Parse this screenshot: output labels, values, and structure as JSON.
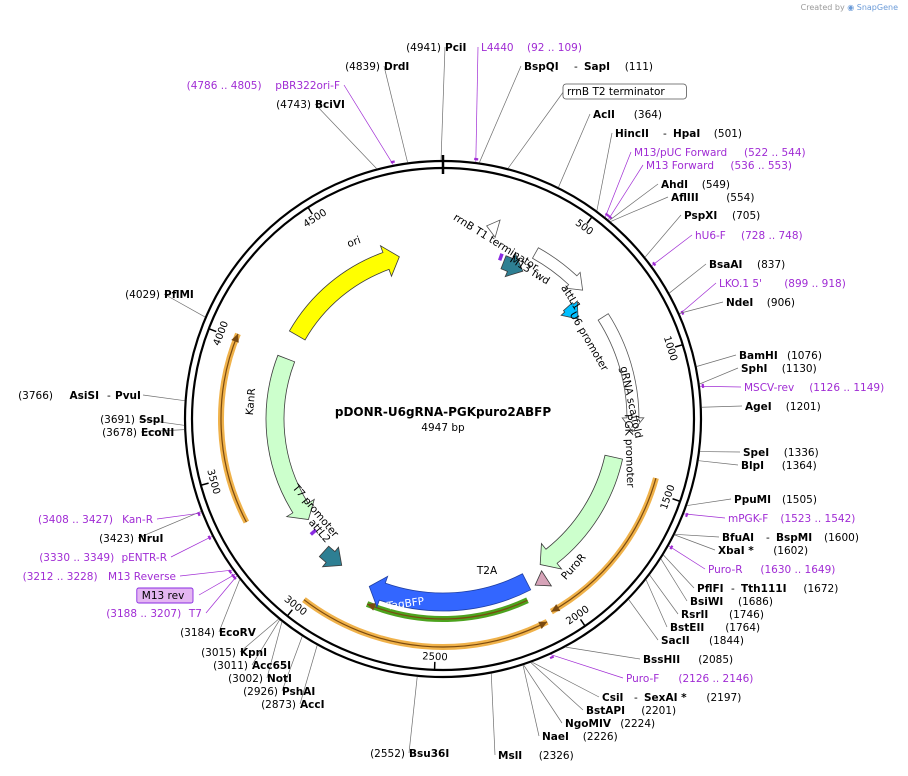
{
  "credit": {
    "prefix": "Created by",
    "brand": "SnapGene"
  },
  "plasmid": {
    "name": "pDONR-U6gRNA-PGKpuro2ABFP",
    "size_label": "4947 bp",
    "length": 4947
  },
  "ring_ticks": [
    {
      "label": "500",
      "bp": 500
    },
    {
      "label": "1000",
      "bp": 1000
    },
    {
      "label": "1500",
      "bp": 1500
    },
    {
      "label": "2000",
      "bp": 2000
    },
    {
      "label": "2500",
      "bp": 2500
    },
    {
      "label": "3000",
      "bp": 3000
    },
    {
      "label": "3500",
      "bp": 3500
    },
    {
      "label": "4000",
      "bp": 4000
    },
    {
      "label": "4500",
      "bp": 4500
    }
  ],
  "features": [
    {
      "name": "ori",
      "start": 4120,
      "end": 4740,
      "dir": 1,
      "color": "#ffff00",
      "outer": false
    },
    {
      "name": "KanR",
      "start": 3205,
      "end": 4000,
      "dir": -1,
      "color": "#ccffcc",
      "outer": false
    },
    {
      "name": "rrnB T1 terminator",
      "start": 175,
      "end": 220,
      "dir": -1,
      "color": "#ffffff",
      "outer": false
    },
    {
      "name": "attL1",
      "start": 290,
      "end": 390,
      "dir": 1,
      "color": "#2e7f93",
      "outer": false
    },
    {
      "name": "U6 promoter",
      "start": 400,
      "end": 650,
      "dir": 1,
      "color": "#ffffff",
      "outer": false
    },
    {
      "name": "gRNA scaffold",
      "start": 660,
      "end": 735,
      "dir": 1,
      "color": "#00bfff",
      "outer": false
    },
    {
      "name": "PGK promoter",
      "start": 790,
      "end": 1290,
      "dir": 1,
      "color": "#ffffff",
      "outer": false
    },
    {
      "name": "PuroR",
      "start": 1410,
      "end": 2010,
      "dir": 1,
      "color": "#ccffcc",
      "outer": false
    },
    {
      "name": "T2A",
      "start": 2020,
      "end": 2075,
      "dir": 1,
      "color": "#d6a3b8",
      "outer": false
    },
    {
      "name": "TagBFP",
      "start": 2100,
      "end": 2800,
      "dir": 1,
      "color": "#3366ff",
      "outer": false
    },
    {
      "name": "attL2",
      "start": 2950,
      "end": 3050,
      "dir": -1,
      "color": "#2e7f93",
      "outer": false
    }
  ],
  "small_features": [
    {
      "name": "M13 fwd",
      "bp": 270,
      "color": "#8a2be2"
    },
    {
      "name": "T7 promoter",
      "bp": 3145,
      "color": "#8a2be2"
    }
  ],
  "feature_labels": [
    {
      "name": "rrnB T1 terminator"
    },
    {
      "name": "M13 fwd"
    },
    {
      "name": "attL1"
    },
    {
      "name": "U6 promoter"
    },
    {
      "name": "gRNA scaffold"
    },
    {
      "name": "PGK promoter"
    },
    {
      "name": "PuroR"
    },
    {
      "name": "T2A"
    },
    {
      "name": "TagBFP"
    },
    {
      "name": "T7 promoter"
    },
    {
      "name": "attL2"
    },
    {
      "name": "KanR"
    },
    {
      "name": "ori"
    }
  ],
  "outer_arcs": [
    {
      "name": "puro-orange",
      "start": 1450,
      "end": 2070,
      "dir": 1,
      "color": "#f0b24a"
    },
    {
      "name": "bfp-orange",
      "start": 2100,
      "end": 2990,
      "dir": -1,
      "color": "#f0b24a"
    },
    {
      "name": "bfp-green",
      "start": 2130,
      "end": 2780,
      "dir": 1,
      "color": "#4da31e"
    },
    {
      "name": "kan-orange",
      "start": 3330,
      "end": 4020,
      "dir": 1,
      "color": "#f0b24a"
    }
  ],
  "sites": [
    {
      "name": "PciI",
      "coord": "(4941)",
      "bp": 4941,
      "kind": "enzyme",
      "side": "left"
    },
    {
      "name": "L4440",
      "coord": "(92 .. 109)",
      "bp": 100,
      "kind": "primer",
      "side": "right"
    },
    {
      "name": "BspQI",
      "name2": "SapI",
      "coord": "(111)",
      "bp": 111,
      "kind": "enzyme",
      "side": "right"
    },
    {
      "name": "DrdI",
      "coord": "(4839)",
      "bp": 4839,
      "kind": "enzyme",
      "side": "left"
    },
    {
      "name": "pBR322ori-F",
      "coord": "(4786 .. 4805)",
      "bp": 4795,
      "kind": "primer",
      "side": "left"
    },
    {
      "name": "BciVI",
      "coord": "(4743)",
      "bp": 4743,
      "kind": "enzyme",
      "side": "left"
    },
    {
      "name": "rrnB T2 terminator",
      "coord": "",
      "bp": 200,
      "kind": "boxed",
      "side": "right"
    },
    {
      "name": "AclI",
      "coord": "(364)",
      "bp": 364,
      "kind": "enzyme",
      "side": "right"
    },
    {
      "name": "HincII",
      "name2": "HpaI",
      "coord": "(501)",
      "bp": 501,
      "kind": "enzyme",
      "side": "right"
    },
    {
      "name": "M13/pUC Forward",
      "coord": "(522 .. 544)",
      "bp": 533,
      "kind": "primer",
      "side": "right"
    },
    {
      "name": "M13 Forward",
      "coord": "(536 .. 553)",
      "bp": 545,
      "kind": "primer",
      "side": "right"
    },
    {
      "name": "AhdI",
      "coord": "(549)",
      "bp": 549,
      "kind": "enzyme",
      "side": "right"
    },
    {
      "name": "AflIII",
      "coord": "(554)",
      "bp": 554,
      "kind": "enzyme",
      "side": "right"
    },
    {
      "name": "PspXI",
      "coord": "(705)",
      "bp": 705,
      "kind": "enzyme",
      "side": "right"
    },
    {
      "name": "hU6-F",
      "coord": "(728 .. 748)",
      "bp": 738,
      "kind": "primer",
      "side": "right"
    },
    {
      "name": "BsaAI",
      "coord": "(837)",
      "bp": 837,
      "kind": "enzyme",
      "side": "right"
    },
    {
      "name": "LKO.1 5'",
      "coord": "(899 .. 918)",
      "bp": 908,
      "kind": "primer",
      "side": "right"
    },
    {
      "name": "NdeI",
      "coord": "(906)",
      "bp": 906,
      "kind": "enzyme",
      "side": "right"
    },
    {
      "name": "BamHI",
      "coord": "(1076)",
      "bp": 1076,
      "kind": "enzyme",
      "side": "right"
    },
    {
      "name": "SphI",
      "coord": "(1130)",
      "bp": 1130,
      "kind": "enzyme",
      "side": "right"
    },
    {
      "name": "MSCV-rev",
      "coord": "(1126 .. 1149)",
      "bp": 1137,
      "kind": "primer",
      "side": "right"
    },
    {
      "name": "AgeI",
      "coord": "(1201)",
      "bp": 1201,
      "kind": "enzyme",
      "side": "right"
    },
    {
      "name": "SpeI",
      "coord": "(1336)",
      "bp": 1336,
      "kind": "enzyme",
      "side": "right"
    },
    {
      "name": "BlpI",
      "coord": "(1364)",
      "bp": 1364,
      "kind": "enzyme",
      "side": "right"
    },
    {
      "name": "PpuMI",
      "coord": "(1505)",
      "bp": 1505,
      "kind": "enzyme",
      "side": "right"
    },
    {
      "name": "mPGK-F",
      "coord": "(1523 .. 1542)",
      "bp": 1532,
      "kind": "primer",
      "side": "right"
    },
    {
      "name": "BfuAI",
      "name2": "BspMI",
      "coord": "(1600)",
      "bp": 1600,
      "kind": "enzyme",
      "side": "right"
    },
    {
      "name": "XbaI *",
      "coord": "(1602)",
      "bp": 1602,
      "kind": "enzyme",
      "side": "right"
    },
    {
      "name": "Puro-R",
      "coord": "(1630 .. 1649)",
      "bp": 1640,
      "kind": "primer",
      "side": "right"
    },
    {
      "name": "PflFI",
      "name2": "Tth111I",
      "coord": "(1672)",
      "bp": 1672,
      "kind": "enzyme",
      "side": "right"
    },
    {
      "name": "BsiWI",
      "coord": "(1686)",
      "bp": 1686,
      "kind": "enzyme",
      "side": "right"
    },
    {
      "name": "RsrII",
      "coord": "(1746)",
      "bp": 1746,
      "kind": "enzyme",
      "side": "right"
    },
    {
      "name": "BstEII",
      "coord": "(1764)",
      "bp": 1764,
      "kind": "enzyme",
      "side": "right"
    },
    {
      "name": "SacII",
      "coord": "(1844)",
      "bp": 1844,
      "kind": "enzyme",
      "side": "right"
    },
    {
      "name": "BssHII",
      "coord": "(2085)",
      "bp": 2085,
      "kind": "enzyme",
      "side": "right"
    },
    {
      "name": "Puro-F",
      "coord": "(2126 .. 2146)",
      "bp": 2136,
      "kind": "primer",
      "side": "right"
    },
    {
      "name": "CsiI",
      "name2": "SexAI *",
      "coord": "(2197)",
      "bp": 2197,
      "kind": "enzyme",
      "side": "right"
    },
    {
      "name": "BstAPI",
      "coord": "(2201)",
      "bp": 2201,
      "kind": "enzyme",
      "side": "right"
    },
    {
      "name": "NgoMIV",
      "coord": "(2224)",
      "bp": 2224,
      "kind": "enzyme",
      "side": "right"
    },
    {
      "name": "NaeI",
      "coord": "(2226)",
      "bp": 2226,
      "kind": "enzyme",
      "side": "right"
    },
    {
      "name": "MslI",
      "coord": "(2326)",
      "bp": 2326,
      "kind": "enzyme",
      "side": "right"
    },
    {
      "name": "Bsu36I",
      "coord": "(2552)",
      "bp": 2552,
      "kind": "enzyme",
      "side": "left"
    },
    {
      "name": "AccI",
      "coord": "(2873)",
      "bp": 2873,
      "kind": "enzyme",
      "side": "left"
    },
    {
      "name": "PshAI",
      "coord": "(2926)",
      "bp": 2926,
      "kind": "enzyme",
      "side": "left"
    },
    {
      "name": "NotI",
      "coord": "(3002)",
      "bp": 3002,
      "kind": "enzyme",
      "side": "left"
    },
    {
      "name": "Acc65I",
      "coord": "(3011)",
      "bp": 3011,
      "kind": "enzyme",
      "side": "left"
    },
    {
      "name": "KpnI",
      "coord": "(3015)",
      "bp": 3015,
      "kind": "enzyme",
      "side": "left"
    },
    {
      "name": "EcoRV",
      "coord": "(3184)",
      "bp": 3184,
      "kind": "enzyme",
      "side": "left"
    },
    {
      "name": "T7",
      "coord": "(3188 .. 3207)",
      "bp": 3198,
      "kind": "primer",
      "side": "left"
    },
    {
      "name": "M13 rev",
      "coord": "",
      "bp": 3205,
      "kind": "boxed-primer",
      "side": "left"
    },
    {
      "name": "M13 Reverse",
      "coord": "(3212 .. 3228)",
      "bp": 3220,
      "kind": "primer",
      "side": "left"
    },
    {
      "name": "pENTR-R",
      "coord": "(3330 .. 3349)",
      "bp": 3340,
      "kind": "primer",
      "side": "left"
    },
    {
      "name": "NruI",
      "coord": "(3423)",
      "bp": 3423,
      "kind": "enzyme",
      "side": "left"
    },
    {
      "name": "Kan-R",
      "coord": "(3408 .. 3427)",
      "bp": 3418,
      "kind": "primer",
      "side": "left"
    },
    {
      "name": "EcoNI",
      "coord": "(3678)",
      "bp": 3678,
      "kind": "enzyme",
      "side": "left"
    },
    {
      "name": "SspI",
      "coord": "(3691)",
      "bp": 3691,
      "kind": "enzyme",
      "side": "left"
    },
    {
      "name": "AsiSI",
      "name2": "PvuI",
      "coord": "(3766)",
      "bp": 3766,
      "kind": "enzyme",
      "side": "left"
    },
    {
      "name": "PflMI",
      "coord": "(4029)",
      "bp": 4029,
      "kind": "enzyme",
      "side": "left"
    }
  ]
}
